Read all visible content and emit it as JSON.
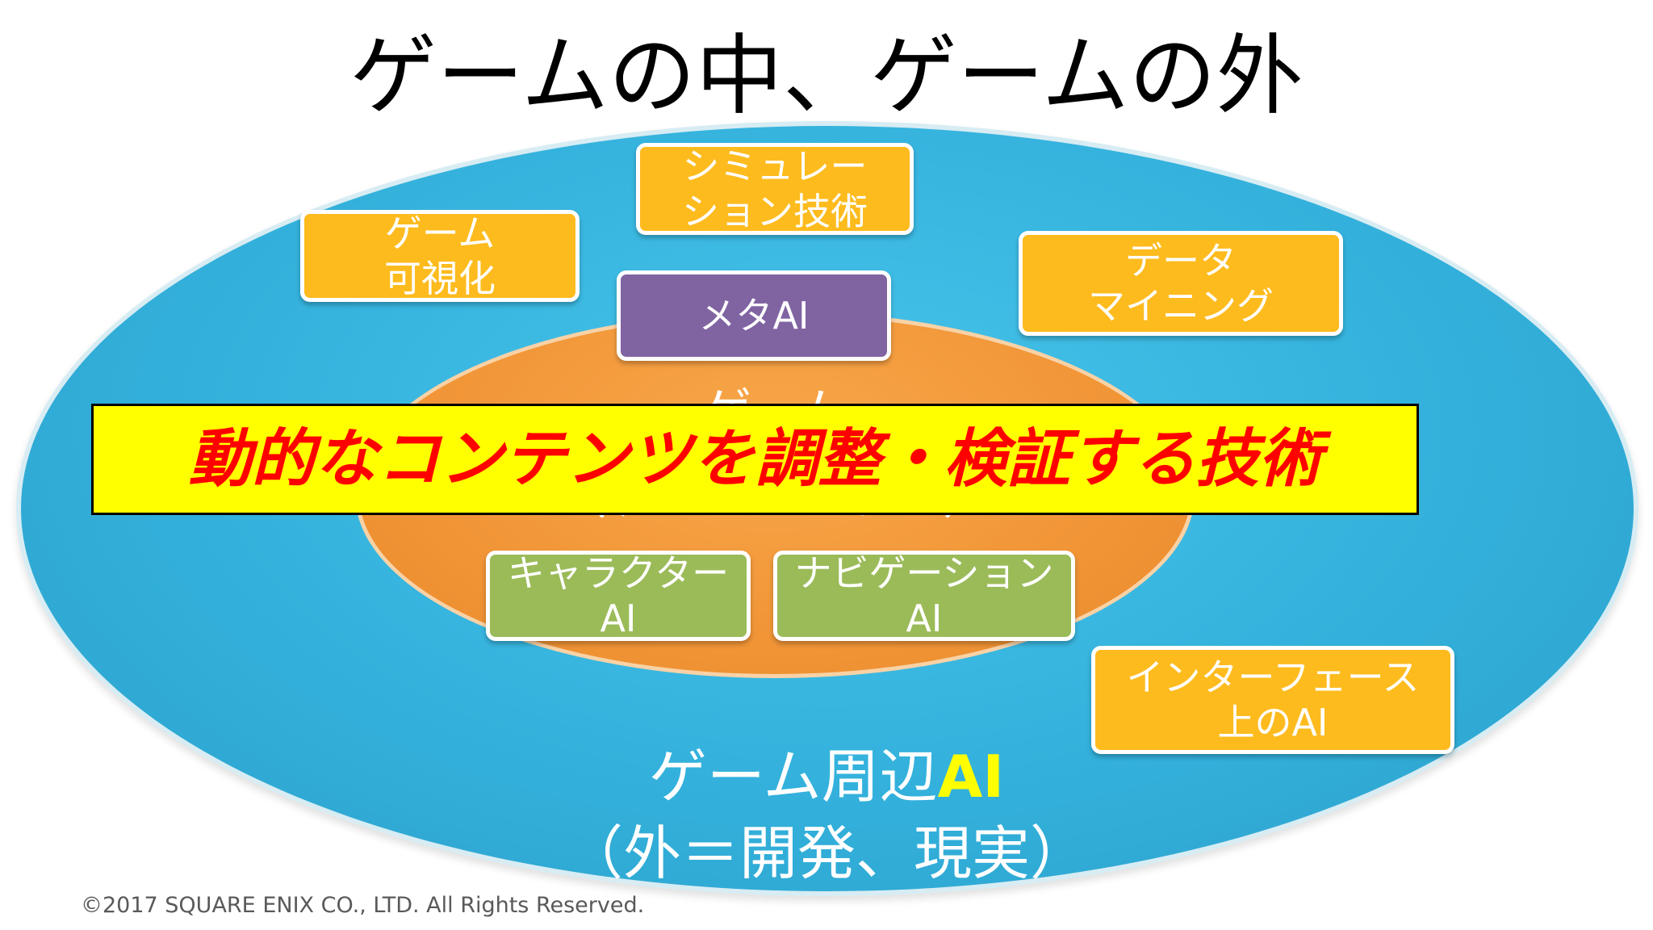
{
  "title": "ゲームの中、ゲームの外",
  "outer_boxes": {
    "simulation": [
      "シミュレー",
      "ション技術"
    ],
    "game_visualization": [
      "ゲーム",
      "可視化"
    ],
    "data_mining": [
      "データ",
      "マイニング"
    ],
    "interface": [
      "インターフェース",
      "上のAI"
    ]
  },
  "meta_ai": "メタAI",
  "inner_peek": {
    "top": "ゲーム",
    "bottom": "（ゲームシステム）"
  },
  "inner_boxes": {
    "character": [
      "キャラクター",
      "AI"
    ],
    "navigation": [
      "ナビゲーション",
      "AI"
    ]
  },
  "banner": "動的なコンテンツを調整・検証する技術",
  "outer_label": {
    "line1_prefix": "ゲーム周辺",
    "line1_accent": "AI",
    "line2": "（外＝開発、現実）"
  },
  "copyright": "©2017 SQUARE ENIX CO., LTD. All Rights Reserved.",
  "colors": {
    "outer_ellipse": "#33b1dc",
    "inner_ellipse": "#f19537",
    "orange_box": "#fdbb1e",
    "purple_box": "#8064a2",
    "green_box": "#9bbb59",
    "banner_bg": "#ffff00",
    "banner_text": "#ff0000",
    "ai_accent": "#ffff00"
  }
}
